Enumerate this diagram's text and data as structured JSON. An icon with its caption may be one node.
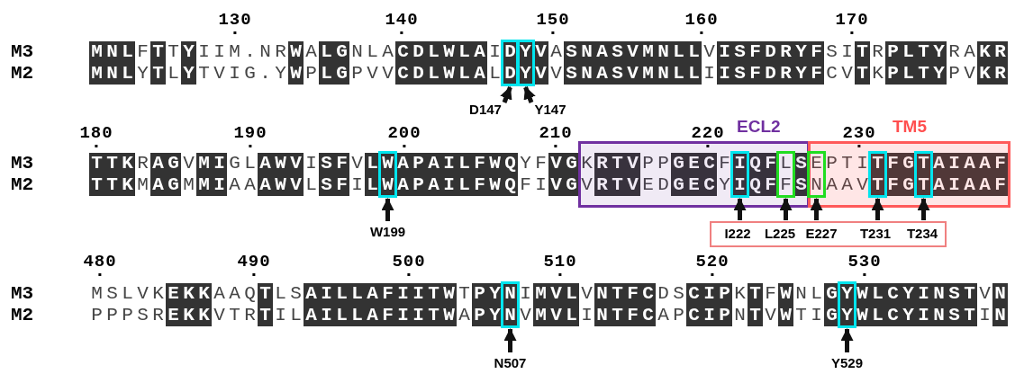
{
  "diagram": {
    "nodes": [
      {
        "text": [],
        "shape": "box"
      },
      {
        "text": [],
        "shape": "box"
      },
      {
        "text": [
          "D147"
        ]
      },
      {
        "text": [
          "Y147"
        ]
      },
      {
        "text": [],
        "shape": "box"
      },
      {
        "text": [
          "ECL2"
        ]
      },
      {
        "text": [
          "TM5"
        ]
      },
      {
        "text": [],
        "shape": "box",
        "in": 5
      },
      {
        "text": [],
        "shape": "box",
        "in": 5
      },
      {
        "text": [],
        "shape": "box",
        "in": 6
      },
      {
        "text": [],
        "shape": "box",
        "in": 6
      },
      {
        "text": [],
        "shape": "box",
        "in": 6
      },
      {
        "text": [
          "W199"
        ]
      },
      {
        "text": [],
        "shape": "box"
      },
      {
        "text": [
          "I222"
        ],
        "in": 13
      },
      {
        "text": [
          "L225"
        ],
        "in": 13
      },
      {
        "text": [
          "E227"
        ],
        "in": 13
      },
      {
        "text": [
          "T231"
        ],
        "in": 13
      },
      {
        "text": [
          "T234"
        ],
        "in": 13
      },
      {
        "text": [],
        "shape": "box"
      },
      {
        "text": [],
        "shape": "box"
      },
      {
        "text": [
          "N507"
        ]
      },
      {
        "text": [
          "Y529"
        ]
      }
    ],
    "edges": [
      {
        "from": 2,
        "to": 0,
        "arrow": "to"
      },
      {
        "from": 3,
        "to": 1,
        "arrow": "to"
      },
      {
        "from": 12,
        "to": 4,
        "arrow": "to"
      },
      {
        "from": 14,
        "to": 7,
        "arrow": "to"
      },
      {
        "from": 15,
        "to": 8,
        "arrow": "to"
      },
      {
        "from": 16,
        "to": 9,
        "arrow": "to"
      },
      {
        "from": 17,
        "to": 10,
        "arrow": "to"
      },
      {
        "from": 18,
        "to": 11,
        "arrow": "to"
      },
      {
        "from": 21,
        "to": 19,
        "arrow": "to"
      },
      {
        "from": 22,
        "to": 20,
        "arrow": "to"
      }
    ],
    "labels": [
      "130",
      "140",
      "150",
      "160",
      "170",
      "M3",
      "MNLFTTYIIM.NRWALGNLACDLWLAIDYVASNASVMNLLVISFDRYFSITRPLTYRAKR",
      "M2",
      "MNLYTLYTVIG.YWPLGPVVCDLWLALDYVVSNASVMNLLIISFDRYFCVTKPLTYPVKR",
      "180",
      "190",
      "200",
      "210",
      "220",
      "230",
      "M3",
      "TTKRAGVMIGLAWVISFVLWAPAILFWQYFVGKRTVPPGECFIQFLSEPTITFGTAIAAF",
      "M2",
      "TTKMAGMMIAAAWVLSFILWAPAILFWQFIVGVRTVEDGECYIQFFSNAAVTFGTAIAAF",
      "480",
      "490",
      "500",
      "510",
      "520",
      "530",
      "M3",
      "MSLVKEKKAAQTLSAILLAFIITWTPYNIMVLVNTFCDSCIPKTFWNLGYWLCYINSTVN",
      "M2",
      "PPPSREKKVTRTILAILLAFIITWAPYNVMVLINTFCAPCIPNTVWTIGYWLCYINSTIN"
    ]
  }
}
